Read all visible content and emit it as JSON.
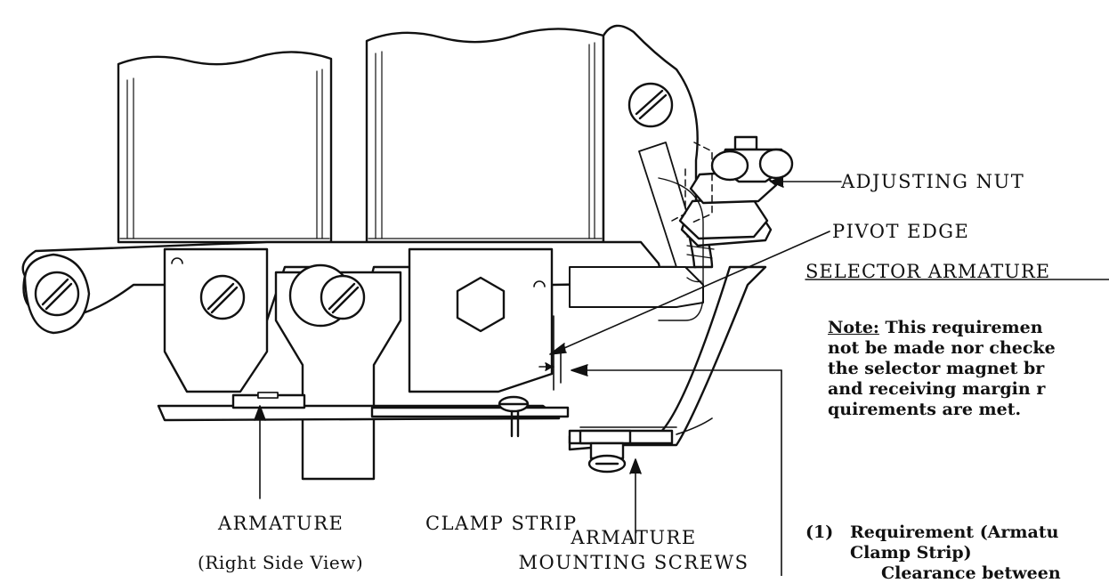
{
  "labels": {
    "adjusting_nut": "ADJUSTING NUT",
    "pivot_edge": "PIVOT EDGE",
    "armature": "ARMATURE",
    "clamp_strip": "CLAMP STRIP",
    "mounting_screws_line1": "ARMATURE",
    "mounting_screws_line2": "MOUNTING SCREWS",
    "view_caption": "(Right Side View)"
  },
  "section": {
    "title": "SELECTOR ARMATURE",
    "note_label": "Note:",
    "note_line1": " This requiremen",
    "note_line2": "not be made nor checke",
    "note_line3": "the selector magnet br",
    "note_line4": "and receiving margin r",
    "note_line5": "quirements are met.",
    "req_number": "(1)",
    "req_line1": "Requirement (Armatu",
    "req_line2": "Clamp Strip)",
    "req_line3": "Clearance between"
  }
}
